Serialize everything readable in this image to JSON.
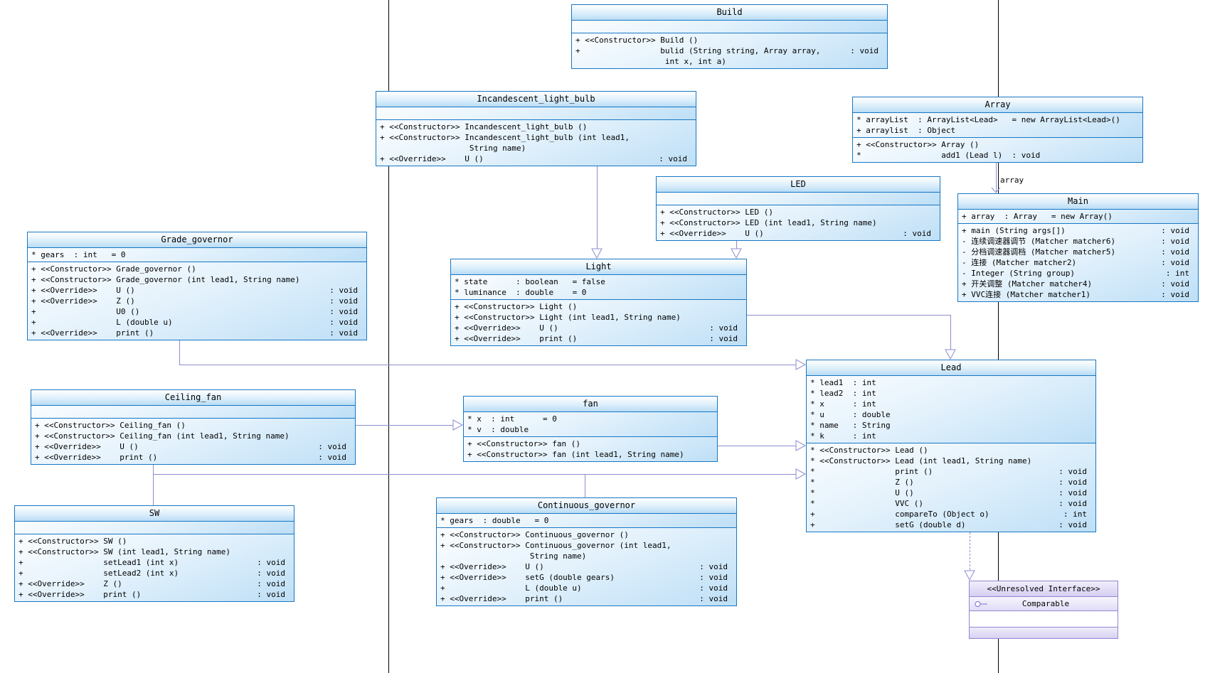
{
  "colors": {
    "class_border": "#1777c4",
    "class_fill_light": "#e4f2fc",
    "class_fill_deep": "#bedff6",
    "connector": "#8d8dd0",
    "interface_border": "#9186d2",
    "swimlane_line": "#000000",
    "text": "#000000"
  },
  "labels": {
    "array_association": "array"
  },
  "classes": {
    "build": {
      "title": "Build",
      "attributes": [],
      "methods": [
        {
          "t": "+ <<Constructor>> Build ()"
        },
        {
          "t": "+                 bulid (String string, Array array,",
          "r": ": void"
        },
        {
          "t": "                   int x, int a)"
        }
      ]
    },
    "incandescent": {
      "title": "Incandescent_light_bulb",
      "attributes": [],
      "methods": [
        {
          "t": "+ <<Constructor>> Incandescent_light_bulb ()"
        },
        {
          "t": "+ <<Constructor>> Incandescent_light_bulb (int lead1,"
        },
        {
          "t": "                   String name)"
        },
        {
          "t": "+ <<Override>>    U ()",
          "r": ": void"
        }
      ]
    },
    "array": {
      "title": "Array",
      "attributes": [
        {
          "t": "* arrayList  : ArrayList<Lead>   = new ArrayList<Lead>()"
        },
        {
          "t": "+ arraylist  : Object"
        }
      ],
      "methods": [
        {
          "t": "+ <<Constructor>> Array ()"
        },
        {
          "t": "*                 add1 (Lead l)  : void"
        }
      ]
    },
    "led": {
      "title": "LED",
      "attributes": [],
      "methods": [
        {
          "t": "+ <<Constructor>> LED ()"
        },
        {
          "t": "+ <<Constructor>> LED (int lead1, String name)"
        },
        {
          "t": "+ <<Override>>    U ()",
          "r": ": void"
        }
      ]
    },
    "main": {
      "title": "Main",
      "attributes": [
        {
          "t": "+ array  : Array   = new Array()"
        }
      ],
      "methods": [
        {
          "t": "+ main (String args[])",
          "r": ": void"
        },
        {
          "t": "- 连续调速器调节 (Matcher matcher6)",
          "r": ": void"
        },
        {
          "t": "- 分档调速器调档 (Matcher matcher5)",
          "r": ": void"
        },
        {
          "t": "- 连接 (Matcher matcher2)",
          "r": ": void"
        },
        {
          "t": "- Integer (String group)",
          "r": ": int"
        },
        {
          "t": "+ 开关调整 (Matcher matcher4)",
          "r": ": void"
        },
        {
          "t": "+ VVC连接 (Matcher matcher1)",
          "r": ": void"
        }
      ]
    },
    "grade_governor": {
      "title": "Grade_governor",
      "attributes": [
        {
          "t": "* gears  : int   = 0"
        }
      ],
      "methods": [
        {
          "t": "+ <<Constructor>> Grade_governor ()"
        },
        {
          "t": "+ <<Constructor>> Grade_governor (int lead1, String name)"
        },
        {
          "t": "+ <<Override>>    U ()",
          "r": ": void"
        },
        {
          "t": "+ <<Override>>    Z ()",
          "r": ": void"
        },
        {
          "t": "+                 U0 ()",
          "r": ": void"
        },
        {
          "t": "+                 L (double u)",
          "r": ": void"
        },
        {
          "t": "+ <<Override>>    print ()",
          "r": ": void"
        }
      ]
    },
    "light": {
      "title": "Light",
      "attributes": [
        {
          "t": "* state      : boolean   = false"
        },
        {
          "t": "* luminance  : double    = 0"
        }
      ],
      "methods": [
        {
          "t": "+ <<Constructor>> Light ()"
        },
        {
          "t": "+ <<Constructor>> Light (int lead1, String name)"
        },
        {
          "t": "+ <<Override>>    U ()",
          "r": ": void"
        },
        {
          "t": "+ <<Override>>    print ()",
          "r": ": void"
        }
      ]
    },
    "lead": {
      "title": "Lead",
      "attributes": [
        {
          "t": "* lead1  : int"
        },
        {
          "t": "* lead2  : int"
        },
        {
          "t": "* x      : int"
        },
        {
          "t": "* u      : double"
        },
        {
          "t": "* name   : String"
        },
        {
          "t": "* k      : int"
        }
      ],
      "methods": [
        {
          "t": "* <<Constructor>> Lead ()"
        },
        {
          "t": "* <<Constructor>> Lead (int lead1, String name)"
        },
        {
          "t": "*                 print ()",
          "r": ": void"
        },
        {
          "t": "*                 Z ()",
          "r": ": void"
        },
        {
          "t": "*                 U ()",
          "r": ": void"
        },
        {
          "t": "*                 VVC ()",
          "r": ": void"
        },
        {
          "t": "+                 compareTo (Object o)",
          "r": ": int"
        },
        {
          "t": "+                 setG (double d)",
          "r": ": void"
        }
      ]
    },
    "ceiling_fan": {
      "title": "Ceiling_fan",
      "attributes": [],
      "methods": [
        {
          "t": "+ <<Constructor>> Ceiling_fan ()"
        },
        {
          "t": "+ <<Constructor>> Ceiling_fan (int lead1, String name)"
        },
        {
          "t": "+ <<Override>>    U ()",
          "r": ": void"
        },
        {
          "t": "+ <<Override>>    print ()",
          "r": ": void"
        }
      ]
    },
    "fan": {
      "title": "fan",
      "attributes": [
        {
          "t": "* x  : int      = 0"
        },
        {
          "t": "* v  : double"
        }
      ],
      "methods": [
        {
          "t": "+ <<Constructor>> fan ()"
        },
        {
          "t": "+ <<Constructor>> fan (int lead1, String name)"
        }
      ]
    },
    "sw": {
      "title": "SW",
      "attributes": [],
      "methods": [
        {
          "t": "+ <<Constructor>> SW ()"
        },
        {
          "t": "+ <<Constructor>> SW (int lead1, String name)"
        },
        {
          "t": "+                 setLead1 (int x)",
          "r": ": void"
        },
        {
          "t": "+                 setLead2 (int x)",
          "r": ": void"
        },
        {
          "t": "+ <<Override>>    Z ()",
          "r": ": void"
        },
        {
          "t": "+ <<Override>>    print ()",
          "r": ": void"
        }
      ]
    },
    "continuous_governor": {
      "title": "Continuous_governor",
      "attributes": [
        {
          "t": "* gears  : double   = 0"
        }
      ],
      "methods": [
        {
          "t": "+ <<Constructor>> Continuous_governor ()"
        },
        {
          "t": "+ <<Constructor>> Continuous_governor (int lead1,"
        },
        {
          "t": "                   String name)"
        },
        {
          "t": "+ <<Override>>    U ()",
          "r": ": void"
        },
        {
          "t": "+ <<Override>>    setG (double gears)",
          "r": ": void"
        },
        {
          "t": "+                 L (double u)",
          "r": ": void"
        },
        {
          "t": "+ <<Override>>    print ()",
          "r": ": void"
        }
      ]
    },
    "comparable": {
      "stereotype_label": "<<Unresolved Interface>>",
      "title": "Comparable"
    }
  },
  "connections": [
    {
      "from": "Incandescent_light_bulb",
      "to": "Light",
      "type": "generalization"
    },
    {
      "from": "LED",
      "to": "Light",
      "type": "generalization"
    },
    {
      "from": "Light",
      "to": "Lead",
      "type": "generalization"
    },
    {
      "from": "Grade_governor",
      "to": "Lead",
      "type": "generalization"
    },
    {
      "from": "fan",
      "to": "Lead",
      "type": "generalization"
    },
    {
      "from": "SW",
      "to": "Lead",
      "type": "generalization"
    },
    {
      "from": "Continuous_governor",
      "to": "Lead",
      "type": "generalization"
    },
    {
      "from": "Ceiling_fan",
      "to": "fan",
      "type": "generalization"
    },
    {
      "from": "Array",
      "to": "Main",
      "type": "association",
      "label": "array"
    },
    {
      "from": "Lead",
      "to": "Comparable",
      "type": "realization"
    }
  ]
}
